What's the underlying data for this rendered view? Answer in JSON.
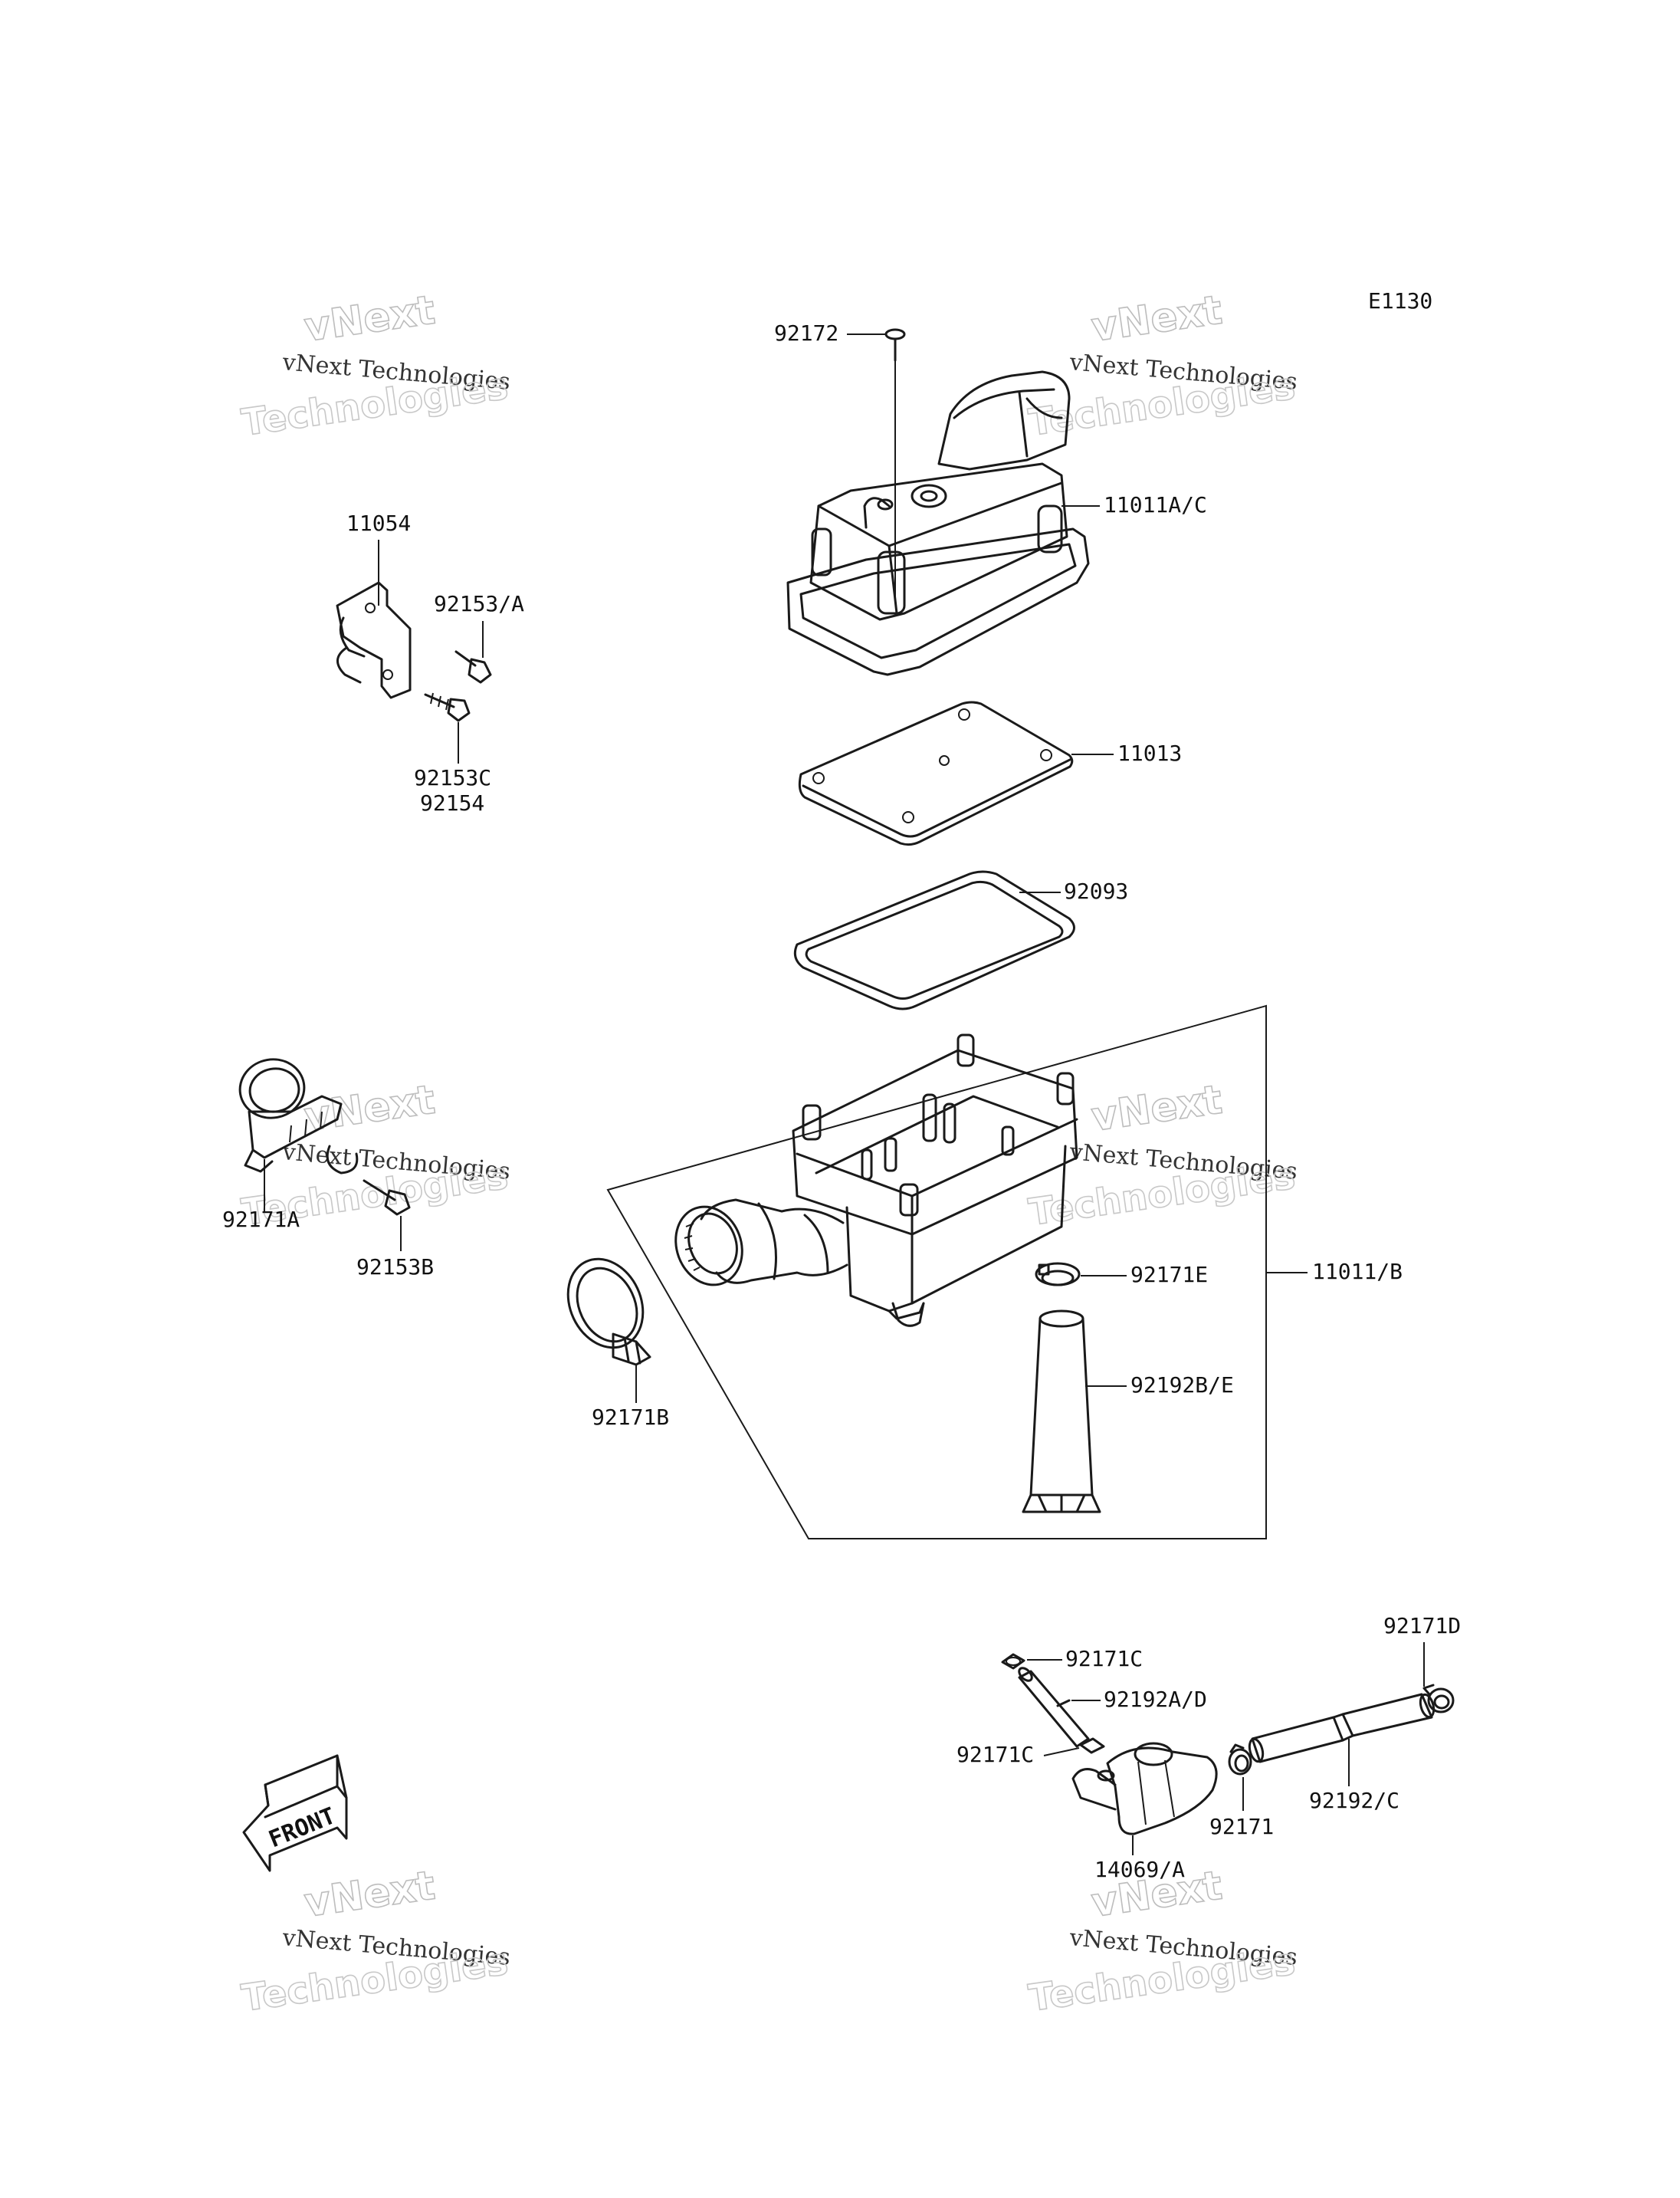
{
  "diagram_code": "E1130",
  "part_labels": {
    "p92172": "92172",
    "p11011AC": "11011A/C",
    "p11054": "11054",
    "p92153A": "92153/A",
    "p92153C": "92153C",
    "p92154": "92154",
    "p11013": "11013",
    "p92093": "92093",
    "p92171A": "92171A",
    "p92153B": "92153B",
    "p92171E": "92171E",
    "p11011B": "11011/B",
    "p92192BE": "92192B/E",
    "p92171B": "92171B",
    "p92171C_top": "92171C",
    "p92192AD": "92192A/D",
    "p92171C_bottom": "92171C",
    "p92171D": "92171D",
    "p92171": "92171",
    "p92192C": "92192/C",
    "p14069A": "14069/A"
  },
  "front_arrow_text": "FRONT",
  "watermark": {
    "line1": "vNext",
    "line2": "vNext Technologies",
    "line3": "Technologies"
  }
}
